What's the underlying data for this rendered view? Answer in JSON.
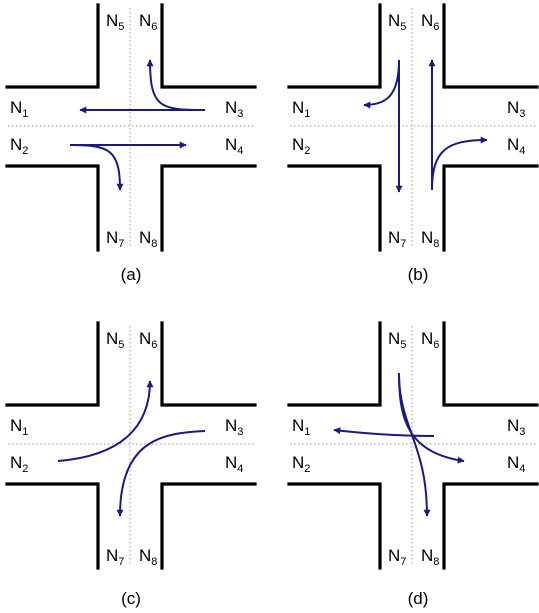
{
  "node_labels": {
    "n1": {
      "base": "N",
      "sub": "1"
    },
    "n2": {
      "base": "N",
      "sub": "2"
    },
    "n3": {
      "base": "N",
      "sub": "3"
    },
    "n4": {
      "base": "N",
      "sub": "4"
    },
    "n5": {
      "base": "N",
      "sub": "5"
    },
    "n6": {
      "base": "N",
      "sub": "6"
    },
    "n7": {
      "base": "N",
      "sub": "7"
    },
    "n8": {
      "base": "N",
      "sub": "8"
    }
  },
  "panels": [
    {
      "caption": "(a)"
    },
    {
      "caption": "(b)"
    },
    {
      "caption": "(c)"
    },
    {
      "caption": "(d)"
    }
  ],
  "colors": {
    "movement_arrow": "#1a1a80",
    "road_edge": "#000000",
    "lane_divider": "#9a9a9a"
  }
}
